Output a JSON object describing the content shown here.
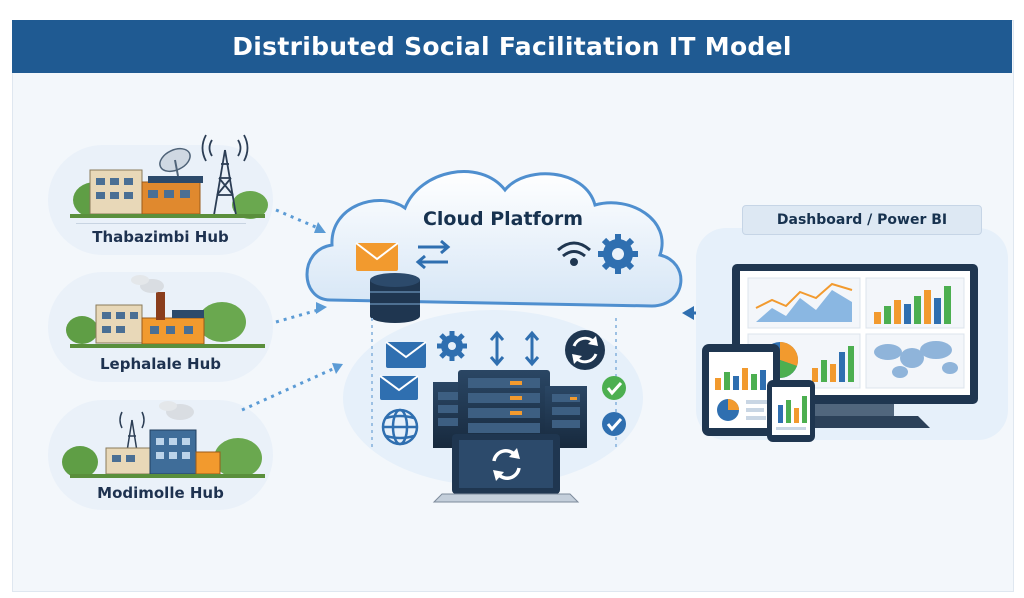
{
  "title": "Distributed Social Facilitation IT Model",
  "hubs": [
    {
      "label": "Thabazimbi Hub"
    },
    {
      "label": "Lephalale Hub"
    },
    {
      "label": "Modimolle Hub"
    }
  ],
  "cloud": {
    "label": "Cloud Platform"
  },
  "dashboard": {
    "label": "Dashboard / Power BI"
  },
  "colors": {
    "title_bar": "#1f5a92",
    "accent_orange": "#f29a2e",
    "accent_blue": "#2f6fb0",
    "dark_navy": "#1f3650",
    "chart_green": "#4caf50",
    "background": "#f3f7fb"
  },
  "icons": [
    "satellite-dish-icon",
    "radio-tower-icon",
    "factory-icon",
    "envelope-icon",
    "arrows-icon",
    "wifi-icon",
    "gear-icon",
    "database-icon",
    "server-rack-icon",
    "globe-icon",
    "check-icon",
    "sync-icon",
    "laptop-icon",
    "monitor-icon",
    "tablet-icon",
    "phone-icon"
  ]
}
